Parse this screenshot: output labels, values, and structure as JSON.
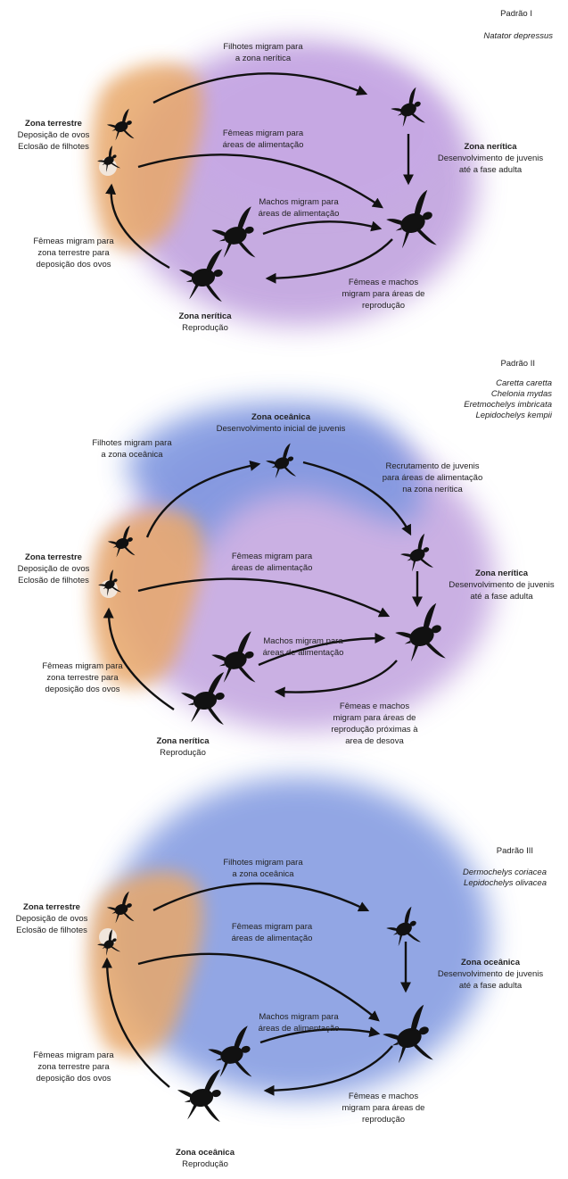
{
  "patterns": [
    {
      "title": "Padrão I",
      "species": [
        "Natator depressus"
      ],
      "terrestrial_zone": {
        "name": "Zona terrestre",
        "lines": [
          "Deposição de ovos",
          "Eclosão de filhotes"
        ]
      },
      "feeding_zone": {
        "name": "Zona nerítica",
        "lines": [
          "Desenvolvimento de juvenis",
          "até a fase adulta"
        ]
      },
      "breeding_zone": {
        "name": "Zona nerítica",
        "lines": [
          "Reprodução"
        ]
      },
      "labels": {
        "hatchlings": [
          "Filhotes migram para",
          "a zona nerítica"
        ],
        "females_feed": [
          "Fêmeas migram para",
          "áreas de alimentação"
        ],
        "males_feed": [
          "Machos migram para",
          "áreas de alimentação"
        ],
        "females_nest": [
          "Fêmeas migram para",
          "zona terrestre para",
          "deposição dos ovos"
        ],
        "both_breed": [
          "Fêmeas e machos",
          "migram para áreas de",
          "reprodução"
        ]
      }
    },
    {
      "title": "Padrão II",
      "species": [
        "Caretta caretta",
        "Chelonia mydas",
        "Eretmochelys imbricata",
        "Lepidochelys kempii"
      ],
      "oceanic_zone": {
        "name": "Zona oceânica",
        "lines": [
          "Desenvolvimento inicial de juvenis"
        ]
      },
      "terrestrial_zone": {
        "name": "Zona terrestre",
        "lines": [
          "Deposição de ovos",
          "Eclosão de filhotes"
        ]
      },
      "feeding_zone": {
        "name": "Zona nerítica",
        "lines": [
          "Desenvolvimento de juvenis",
          "até a fase adulta"
        ]
      },
      "breeding_zone": {
        "name": "Zona nerítica",
        "lines": [
          "Reprodução"
        ]
      },
      "labels": {
        "hatchlings": [
          "Filhotes migram para",
          "a zona oceânica"
        ],
        "recruitment": [
          "Recrutamento de juvenis",
          "para áreas de alimentação",
          "na zona nerítica"
        ],
        "females_feed": [
          "Fêmeas migram para",
          "áreas de alimentação"
        ],
        "males_feed": [
          "Machos migram para",
          "áreas de alimentação"
        ],
        "females_nest": [
          "Fêmeas migram para",
          "zona terrestre para",
          "deposição dos ovos"
        ],
        "both_breed": [
          "Fêmeas e machos",
          "migram para áreas de",
          "reprodução próximas à",
          "area de desova"
        ]
      }
    },
    {
      "title": "Padrão III",
      "species": [
        "Dermochelys coriacea",
        "Lepidochelys olivacea"
      ],
      "terrestrial_zone": {
        "name": "Zona terrestre",
        "lines": [
          "Deposição de ovos",
          "Eclosão de filhotes"
        ]
      },
      "feeding_zone": {
        "name": "Zona oceânica",
        "lines": [
          "Desenvolvimento de juvenis",
          "até a fase adulta"
        ]
      },
      "breeding_zone": {
        "name": "Zona oceânica",
        "lines": [
          "Reprodução"
        ]
      },
      "labels": {
        "hatchlings": [
          "Filhotes migram para",
          "a zona oceânica"
        ],
        "females_feed": [
          "Fêmeas migram para",
          "áreas de alimentação"
        ],
        "males_feed": [
          "Machos migram para",
          "áreas de alimentação"
        ],
        "females_nest": [
          "Fêmeas migram para",
          "zona terrestre para",
          "deposição dos ovos"
        ],
        "both_breed": [
          "Fêmeas e machos",
          "migram para áreas de",
          "reprodução"
        ]
      }
    }
  ],
  "colors": {
    "neritic": "#b48fd8",
    "oceanic": "#7f97e0",
    "terrestrial": "#e8a86a",
    "arrow": "#111111",
    "egg": "#f1e6dc"
  },
  "icons": [
    "turtle-icon",
    "egg-icon",
    "arrow"
  ]
}
